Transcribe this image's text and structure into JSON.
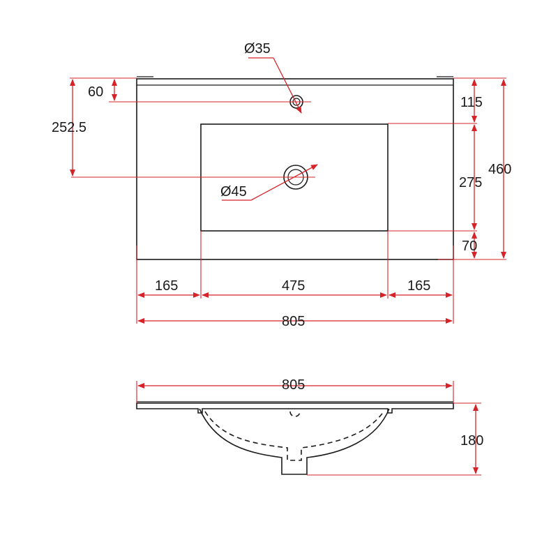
{
  "top_view": {
    "tap_hole": "Ø35",
    "drain_hole": "Ø45",
    "dim_60": "60",
    "dim_252_5": "252.5",
    "dim_115": "115",
    "dim_275": "275",
    "dim_70": "70",
    "dim_460": "460",
    "dim_165_left": "165",
    "dim_475": "475",
    "dim_165_right": "165",
    "dim_805": "805"
  },
  "side_view": {
    "dim_805": "805",
    "dim_180": "180"
  },
  "colors": {
    "dimension": "#d6232a",
    "outline": "#1a1a1a"
  }
}
